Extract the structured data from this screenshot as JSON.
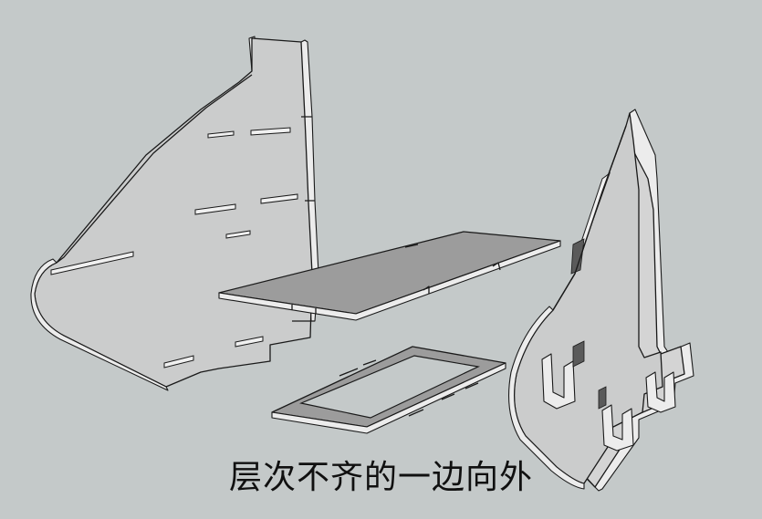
{
  "caption": "层次不齐的一边向外",
  "colors": {
    "background": "#c4c9c9",
    "panel_face": "#cbcccc",
    "panel_edge": "#ececec",
    "shelf_top": "#9c9c9c",
    "outline": "#1a1a1a"
  },
  "parts": [
    "left-side-panel",
    "shelf-board",
    "rectangular-frame",
    "right-side-panel"
  ]
}
